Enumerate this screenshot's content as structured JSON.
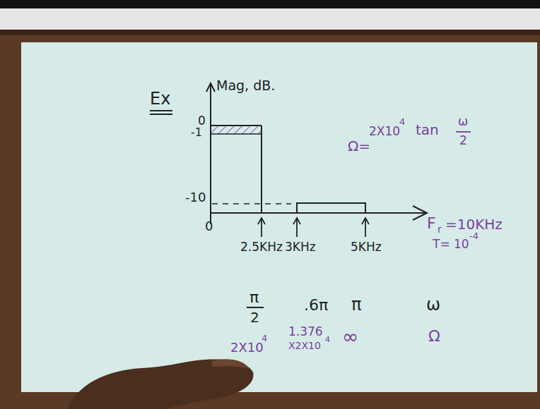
{
  "diagram": {
    "labels": [
      "Ex",
      "Mag, dB.",
      "0",
      "-1",
      "-10",
      "0",
      "2.5KHz",
      "3KHz",
      "5KHz",
      "Ω=",
      "2X10",
      "4",
      "tan",
      "ω",
      "2",
      "F",
      "r",
      "=10KHz",
      "T= 10",
      "-4",
      "π",
      "2",
      ".6π",
      "π",
      "ω",
      "2X10",
      "4",
      "1.376",
      "X2X10",
      "4",
      "∞",
      "Ω"
    ]
  }
}
